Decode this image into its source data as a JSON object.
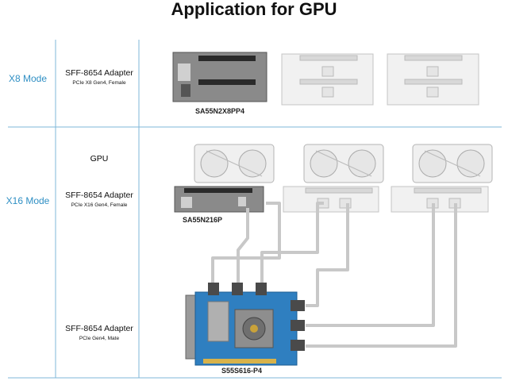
{
  "title": "Application for GPU",
  "rows": {
    "x8": {
      "mode": "X8 Mode",
      "adapter": "SFF-8654 Adapter",
      "adapter_sub": "PCIe X8 Gen4, Female",
      "part": "SA55N2X8PP4"
    },
    "x16": {
      "mode": "X16 Mode",
      "gpu": "GPU",
      "adapter": "SFF-8654 Adapter",
      "adapter_sub": "PCIe X16 Gen4, Female",
      "part": "SA55N216P",
      "host_adapter": "SFF-8654 Adapter",
      "host_adapter_sub": "PCIe Gen4, Mate",
      "host_part": "S55S616-P4"
    }
  },
  "colors": {
    "mode_text": "#2f8fc4",
    "grid_line": "#7fb7d8",
    "cable": "#c8c8c8",
    "host_board": "#2f7fc0",
    "adapter_dark": "#7a7a7a",
    "adapter_light": "#e2e2e2"
  }
}
